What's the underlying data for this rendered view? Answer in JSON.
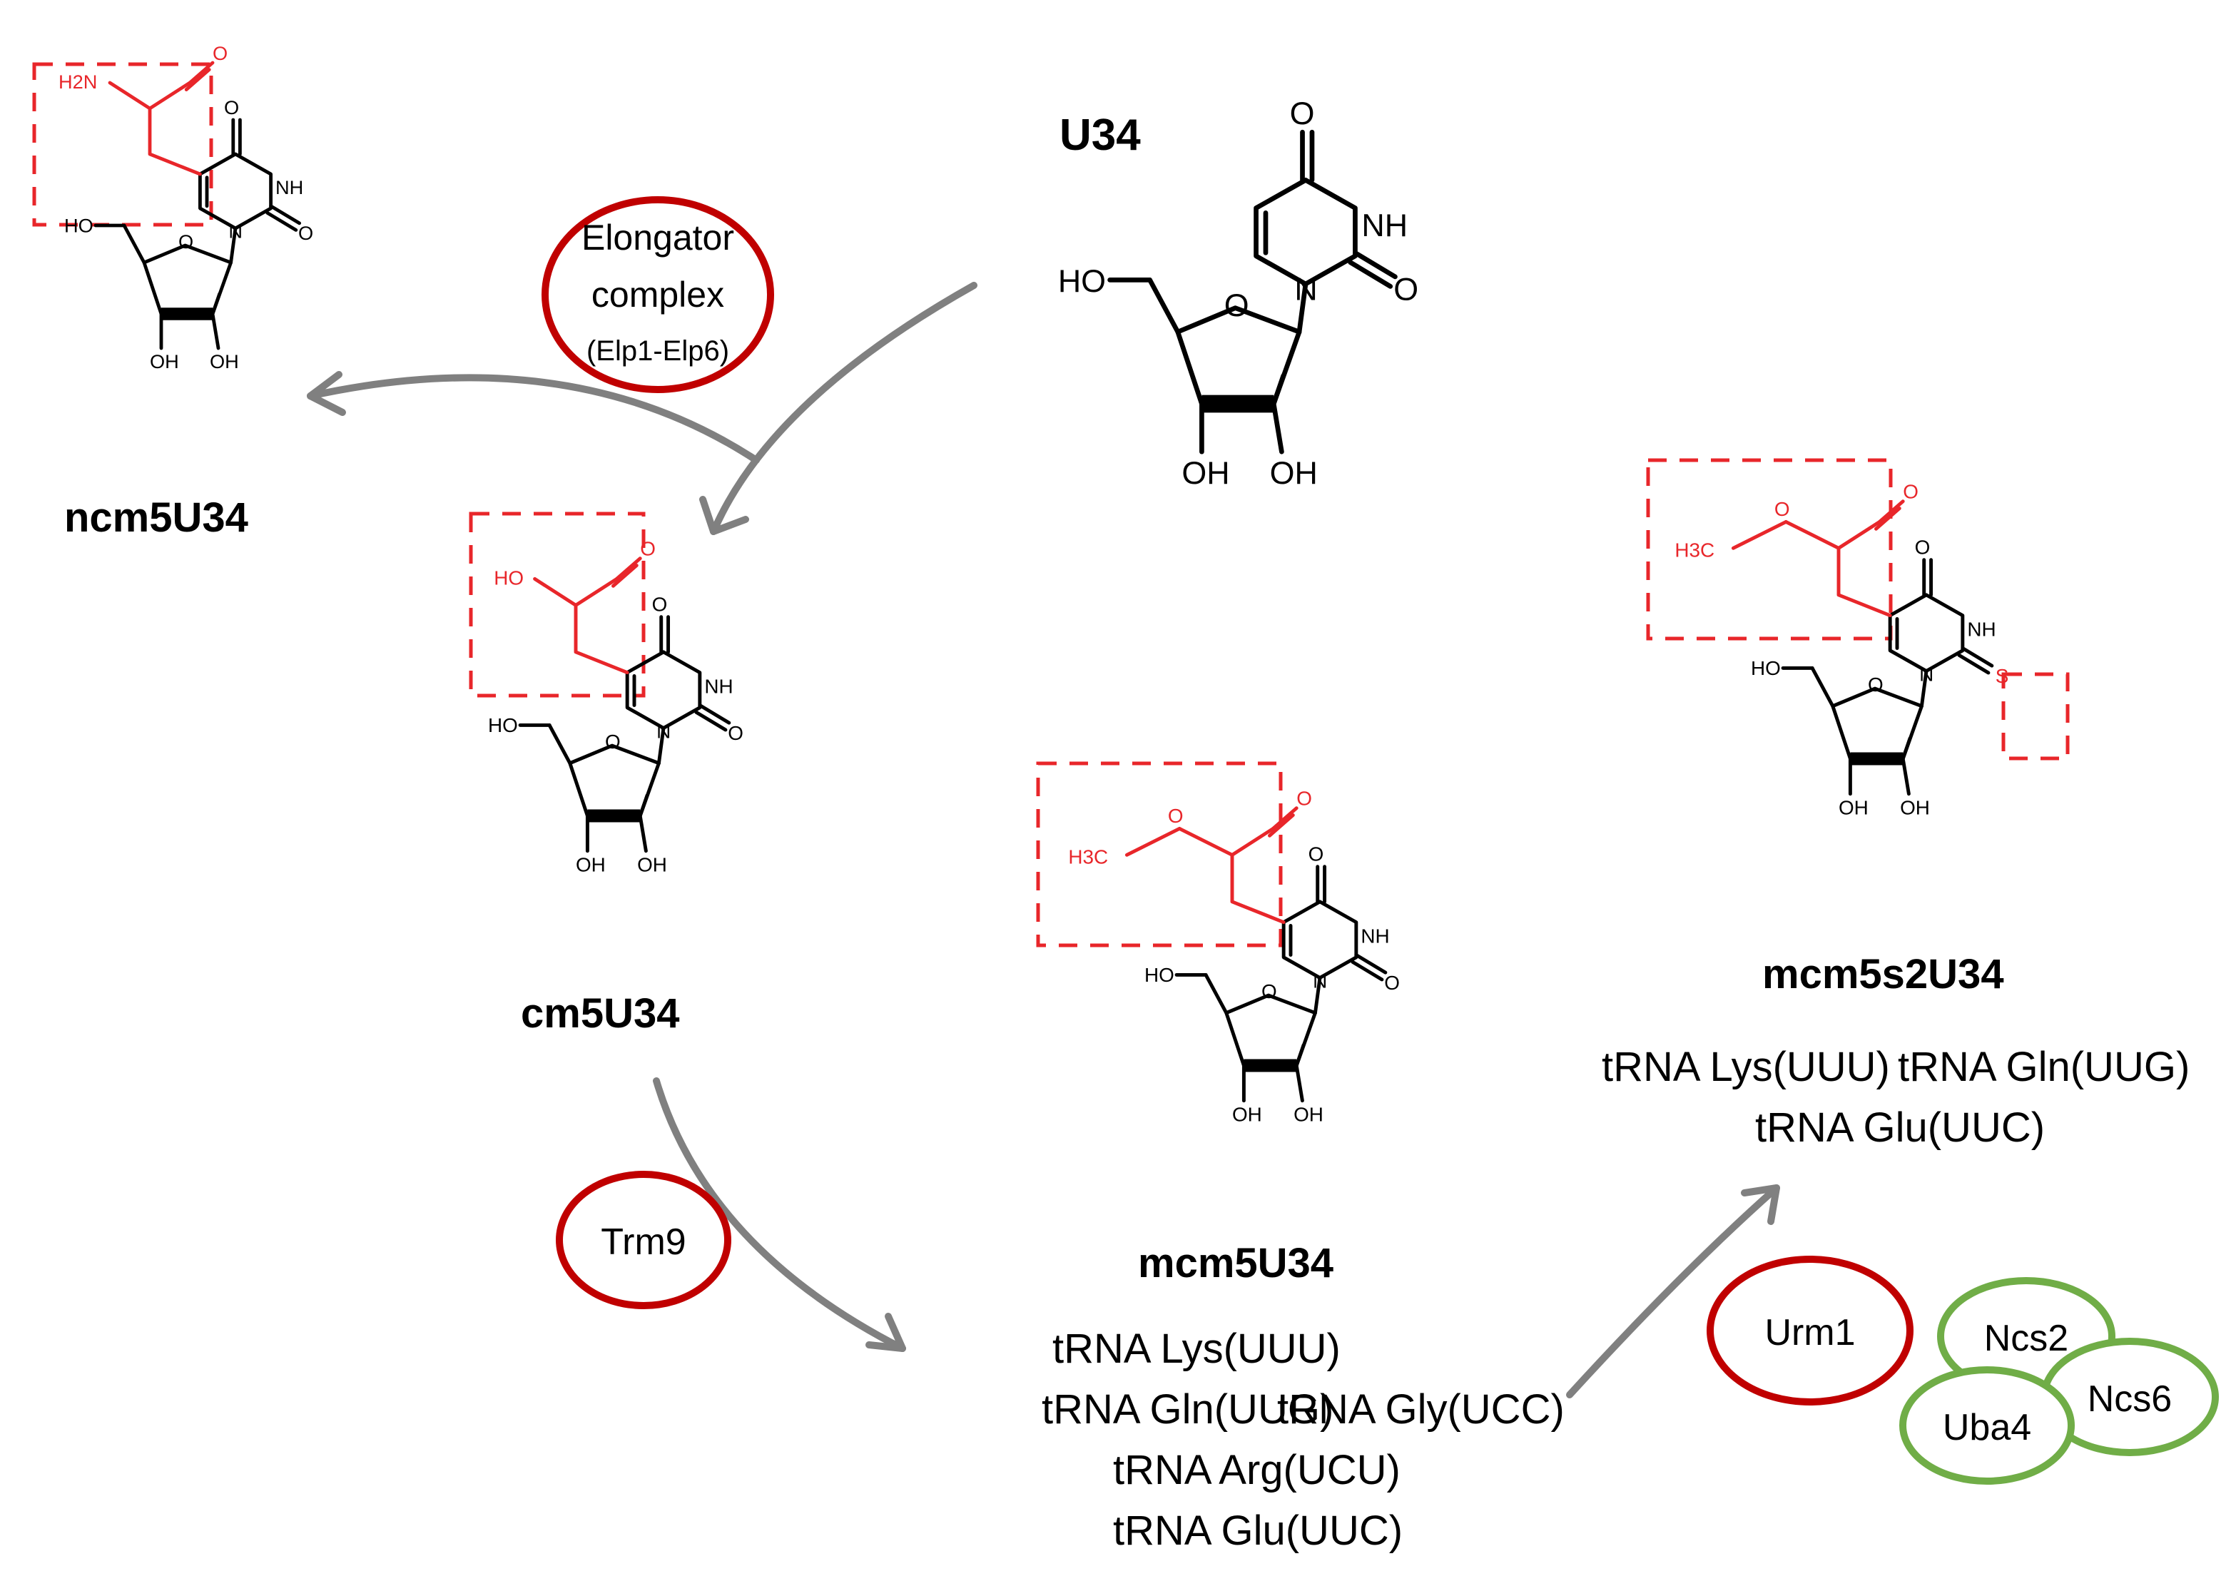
{
  "atoms": {
    "o": "O",
    "nh": "NH",
    "n": "N",
    "ho": "HO",
    "oh": "OH",
    "h2n": "H2N",
    "h3c": "H3C",
    "s": "S"
  },
  "structures": {
    "ncm5u": {
      "label": "ncm5U34"
    },
    "u34": {
      "label": "U34"
    },
    "cm5u": {
      "label": "cm5U34"
    },
    "mcm5u": {
      "label": "mcm5U34"
    },
    "mcm5s2u": {
      "label": "mcm5s2U34"
    }
  },
  "trna": {
    "mcm5u": [
      "tRNA Lys(UUU)",
      "tRNA Gln(UUG)",
      "tRNA Gly(UCC)",
      "tRNA Arg(UCU)",
      "tRNA Glu(UUC)"
    ],
    "mcm5s2u": [
      "tRNA Lys(UUU)",
      "tRNA Gln(UUG)",
      "tRNA Glu(UUC)"
    ]
  },
  "enzymes": {
    "elongator": {
      "line1": "Elongator",
      "line2": "complex",
      "line3": "(Elp1-Elp6)",
      "color": "#c00000"
    },
    "trm9": {
      "name": "Trm9",
      "color": "#c00000"
    },
    "urm1": {
      "name": "Urm1",
      "color": "#c00000"
    },
    "ncs2": {
      "name": "Ncs2",
      "color": "#70ad47"
    },
    "ncs6": {
      "name": "Ncs6",
      "color": "#70ad47"
    },
    "uba4": {
      "name": "Uba4",
      "color": "#70ad47"
    }
  },
  "colors": {
    "highlight": "#e8262a",
    "arrow": "#808080",
    "enzyme_red": "#c00000",
    "enzyme_green": "#70ad47"
  }
}
